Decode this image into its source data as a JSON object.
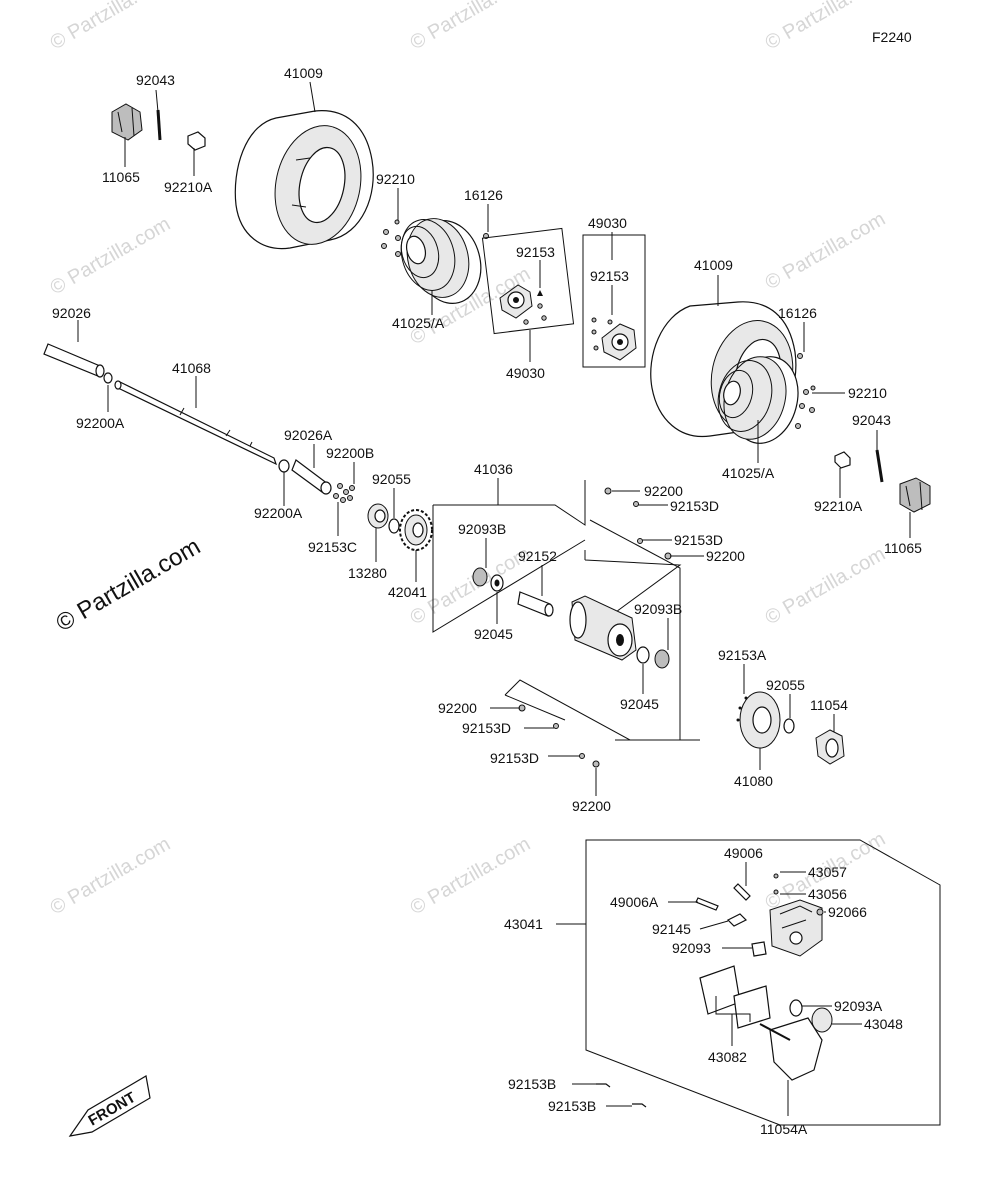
{
  "figure_code": "F2240",
  "watermark_text": "© Partzilla.com",
  "front_label": "FRONT",
  "parts": [
    {
      "id": "p0",
      "text": "92043"
    },
    {
      "id": "p1",
      "text": "41009"
    },
    {
      "id": "p2",
      "text": "11065"
    },
    {
      "id": "p3",
      "text": "92210A"
    },
    {
      "id": "p4",
      "text": "92210"
    },
    {
      "id": "p5",
      "text": "16126"
    },
    {
      "id": "p6",
      "text": "49030"
    },
    {
      "id": "p7",
      "text": "92153"
    },
    {
      "id": "p8",
      "text": "92153"
    },
    {
      "id": "p9",
      "text": "41009"
    },
    {
      "id": "p10",
      "text": "41025/A"
    },
    {
      "id": "p11",
      "text": "49030"
    },
    {
      "id": "p12",
      "text": "16126"
    },
    {
      "id": "p13",
      "text": "92210"
    },
    {
      "id": "p14",
      "text": "92043"
    },
    {
      "id": "p15",
      "text": "92026"
    },
    {
      "id": "p16",
      "text": "41068"
    },
    {
      "id": "p17",
      "text": "92200A"
    },
    {
      "id": "p18",
      "text": "92026A"
    },
    {
      "id": "p19",
      "text": "92200B"
    },
    {
      "id": "p20",
      "text": "41025/A"
    },
    {
      "id": "p21",
      "text": "41036"
    },
    {
      "id": "p22",
      "text": "92055"
    },
    {
      "id": "p23",
      "text": "92200"
    },
    {
      "id": "p24",
      "text": "92153D"
    },
    {
      "id": "p25",
      "text": "92210A"
    },
    {
      "id": "p26",
      "text": "92200A"
    },
    {
      "id": "p27",
      "text": "92093B"
    },
    {
      "id": "p28",
      "text": "92153C"
    },
    {
      "id": "p29",
      "text": "92153D"
    },
    {
      "id": "p30",
      "text": "92152"
    },
    {
      "id": "p31",
      "text": "92200"
    },
    {
      "id": "p32",
      "text": "11065"
    },
    {
      "id": "p33",
      "text": "13280"
    },
    {
      "id": "p34",
      "text": "42041"
    },
    {
      "id": "p35",
      "text": "92093B"
    },
    {
      "id": "p36",
      "text": "92045"
    },
    {
      "id": "p37",
      "text": "92153A"
    },
    {
      "id": "p38",
      "text": "92055"
    },
    {
      "id": "p39",
      "text": "11054"
    },
    {
      "id": "p40",
      "text": "92045"
    },
    {
      "id": "p41",
      "text": "92200"
    },
    {
      "id": "p42",
      "text": "92153D"
    },
    {
      "id": "p43",
      "text": "92153D"
    },
    {
      "id": "p44",
      "text": "41080"
    },
    {
      "id": "p45",
      "text": "92200"
    },
    {
      "id": "p46",
      "text": "49006"
    },
    {
      "id": "p47",
      "text": "43057"
    },
    {
      "id": "p48",
      "text": "43056"
    },
    {
      "id": "p49",
      "text": "49006A"
    },
    {
      "id": "p50",
      "text": "92066"
    },
    {
      "id": "p51",
      "text": "43041"
    },
    {
      "id": "p52",
      "text": "92145"
    },
    {
      "id": "p53",
      "text": "92093"
    },
    {
      "id": "p54",
      "text": "92093A"
    },
    {
      "id": "p55",
      "text": "43048"
    },
    {
      "id": "p56",
      "text": "43082"
    },
    {
      "id": "p57",
      "text": "92153B"
    },
    {
      "id": "p58",
      "text": "92153B"
    },
    {
      "id": "p59",
      "text": "11054A"
    }
  ]
}
